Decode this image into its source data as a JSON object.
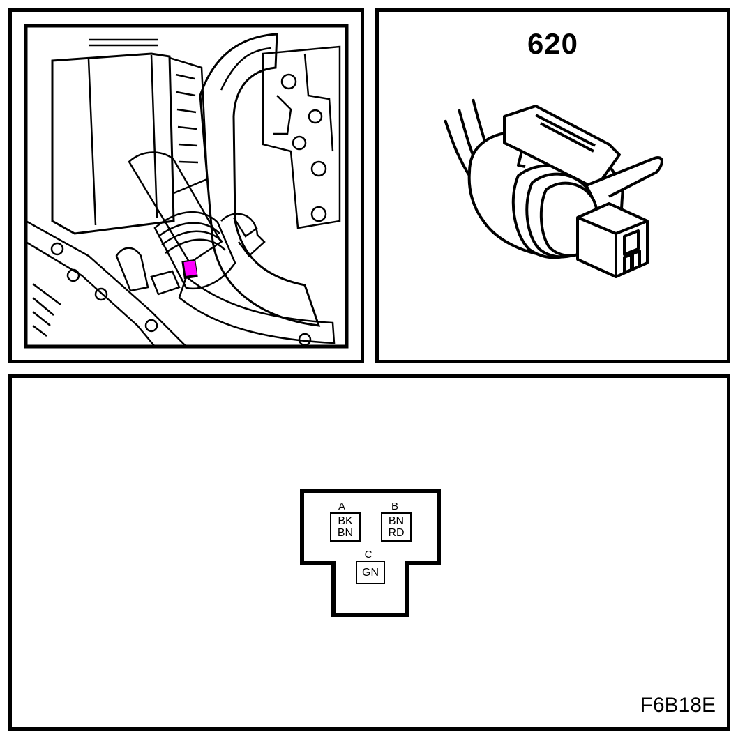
{
  "connector_view": {
    "number": "620"
  },
  "figure": {
    "code": "F6B18E"
  },
  "connector_location": {
    "highlight_color": "#ff00ff"
  },
  "pinout": {
    "pins": [
      {
        "letter": "A",
        "wires": [
          "BK",
          "BN"
        ]
      },
      {
        "letter": "B",
        "wires": [
          "BN",
          "RD"
        ]
      },
      {
        "letter": "C",
        "wires": [
          "GN"
        ]
      }
    ]
  }
}
